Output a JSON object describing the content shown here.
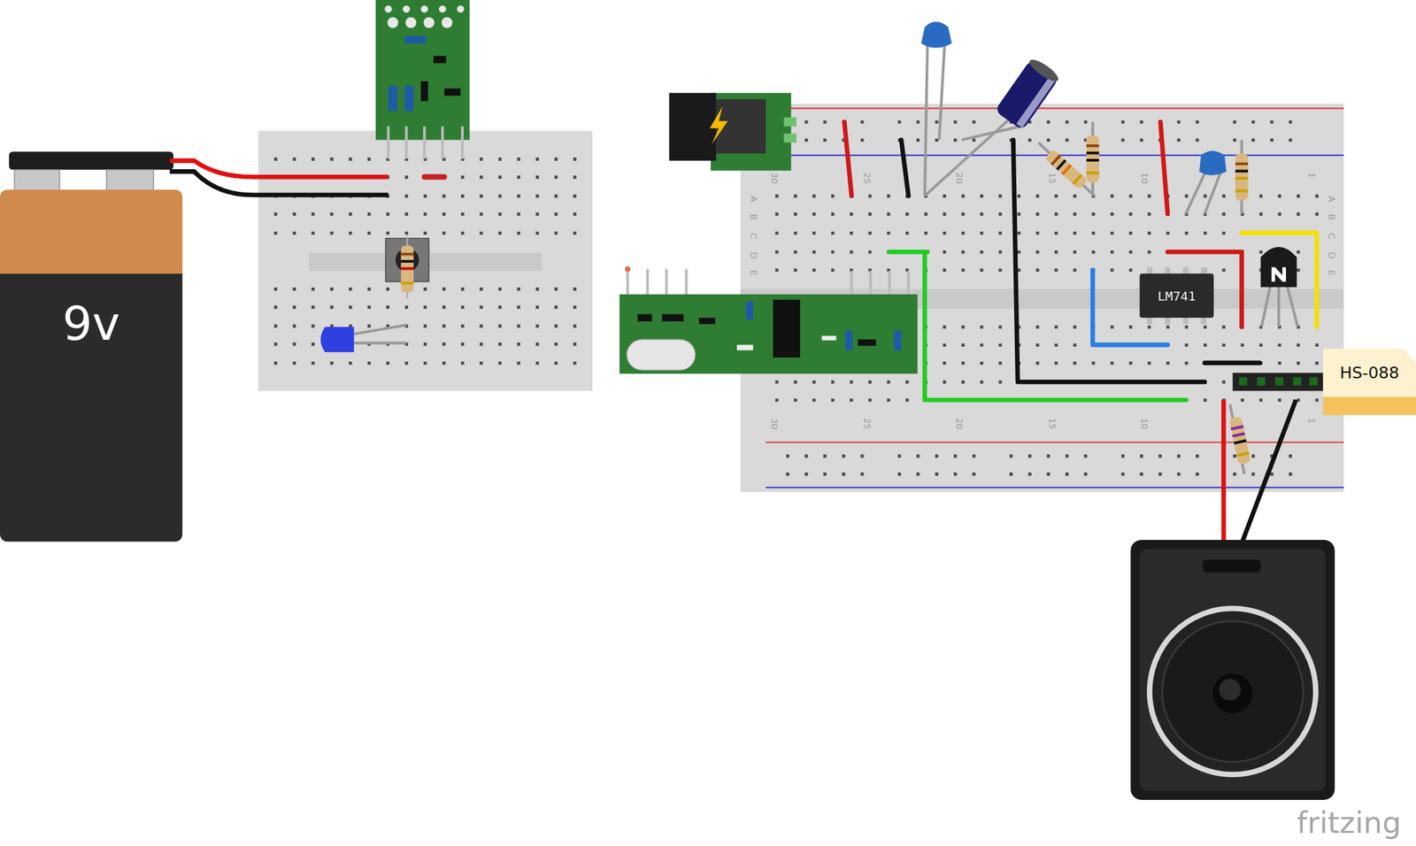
{
  "diagram": {
    "nodes": [
      {
        "text": [
          "9v"
        ]
      },
      {
        "text": [
          "LM741"
        ]
      },
      {
        "text": [
          "HS-088"
        ]
      }
    ],
    "labels": [
      "30",
      "25",
      "20",
      "15",
      "10",
      "1",
      "30",
      "25",
      "20",
      "15",
      "10",
      "1",
      "A",
      "B",
      "C",
      "D",
      "E",
      "A",
      "B",
      "C",
      "D",
      "E",
      "fritzing"
    ]
  }
}
